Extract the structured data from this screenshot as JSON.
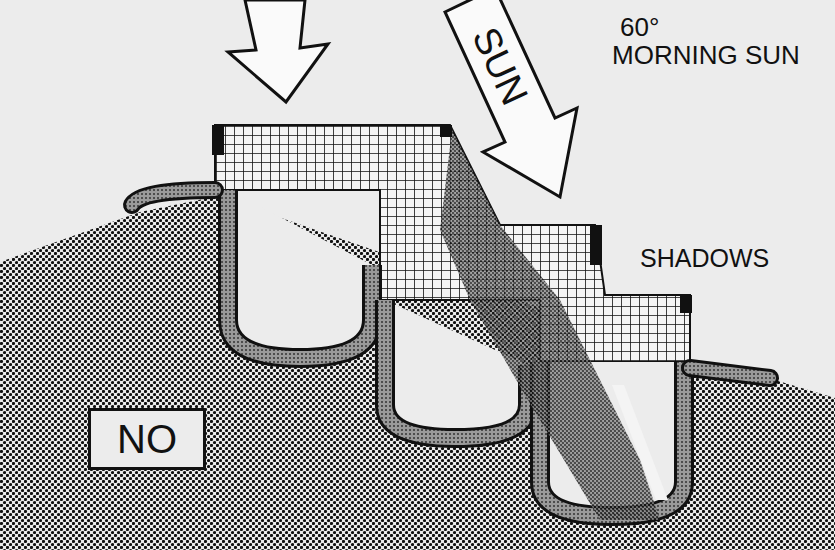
{
  "diagram": {
    "nodes": [
      {
        "text": [
          "NO"
        ]
      }
    ],
    "labels": [
      "SUN",
      "60°",
      "MORNING SUN",
      "SHADOWS"
    ]
  }
}
